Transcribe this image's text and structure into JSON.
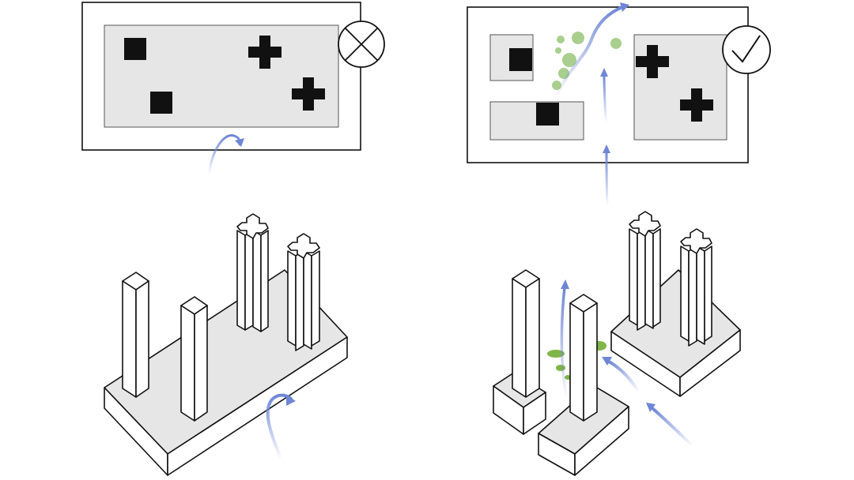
{
  "diagram": {
    "colors": {
      "stroke": "#111111",
      "podium_fill": "#e6e6e6",
      "plan_fill": "#e6e6e6",
      "building_fill": "#ffffff",
      "airflow": "#6f86d6",
      "greenery_plan": "#a9cf8e",
      "greenery_axo": "#7fb548",
      "background": "#ffffff"
    },
    "panels": [
      {
        "id": "left",
        "verdict": "rejected",
        "verdict_icon": "cross-circle-icon",
        "plan": {
          "podium_count": 1,
          "square_towers": 2,
          "cross_towers": 2,
          "airflow": "deflected"
        },
        "axonometric": {
          "podium_count": 1,
          "square_towers": 2,
          "cross_towers": 2,
          "airflow": "deflected"
        }
      },
      {
        "id": "right",
        "verdict": "approved",
        "verdict_icon": "check-circle-icon",
        "plan": {
          "podium_count": 3,
          "square_towers": 2,
          "cross_towers": 2,
          "airflow": "passes-through",
          "greenery": true
        },
        "axonometric": {
          "podium_count": 3,
          "square_towers": 2,
          "cross_towers": 2,
          "airflow": "passes-through",
          "greenery": true
        }
      }
    ]
  }
}
